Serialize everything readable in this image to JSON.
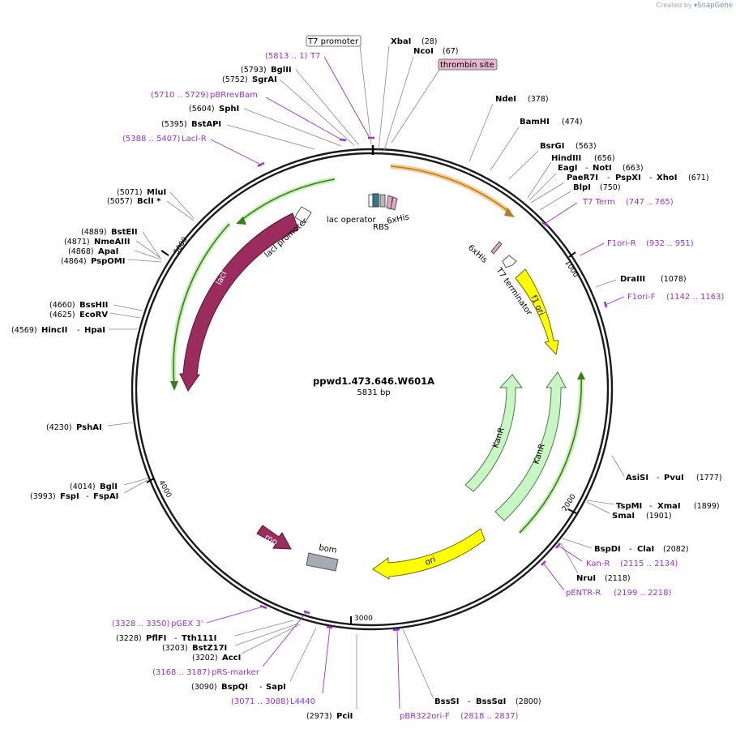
{
  "creator": {
    "prefix": "Created by",
    "brand": "SnapGene"
  },
  "plasmid": {
    "name": "ppwd1.473.646.W601A",
    "length": "5831 bp"
  },
  "ticks": [
    "1000",
    "2000",
    "3000",
    "4000",
    "5000"
  ],
  "enzymes": [
    {
      "name": "XbaI",
      "pos": "(28)"
    },
    {
      "name": "NcoI",
      "pos": "(67)"
    },
    {
      "name": "NdeI",
      "pos": "(378)"
    },
    {
      "name": "BamHI",
      "pos": "(474)"
    },
    {
      "name": "BsrGI",
      "pos": "(563)"
    },
    {
      "name": "HindIII",
      "pos": "(656)"
    },
    {
      "name": "EagI",
      "name2": "NotI",
      "pos": "(663)"
    },
    {
      "name": "PaeR7I",
      "name2": "PspXI",
      "name3": "XhoI",
      "pos": "(671)"
    },
    {
      "name": "BlpI",
      "pos": "(750)"
    },
    {
      "name": "DraIII",
      "pos": "(1078)"
    },
    {
      "name": "AsiSI",
      "name2": "PvuI",
      "pos": "(1777)"
    },
    {
      "name": "TspMI",
      "name2": "XmaI",
      "pos": "(1899)"
    },
    {
      "name": "SmaI",
      "pos": "(1901)"
    },
    {
      "name": "BspDI",
      "name2": "ClaI",
      "pos": "(2082)"
    },
    {
      "name": "NruI",
      "pos": "(2118)"
    },
    {
      "name": "BssSI",
      "name2": "BssSαI",
      "pos": "(2800)"
    },
    {
      "name": "PciI",
      "pos": "(2973)"
    },
    {
      "name": "BspQI",
      "name2": "SapI",
      "pos": "(3090)"
    },
    {
      "name": "AccI",
      "pos": "(3202)"
    },
    {
      "name": "BstZ17I",
      "pos": "(3203)"
    },
    {
      "name": "PflFI",
      "name2": "Tth111I",
      "pos": "(3228)"
    },
    {
      "name": "FspI",
      "name2": "FspAI",
      "pos": "(3993)"
    },
    {
      "name": "BglI",
      "pos": "(4014)"
    },
    {
      "name": "PshAI",
      "pos": "(4230)"
    },
    {
      "name": "HincII",
      "name2": "HpaI",
      "pos": "(4569)"
    },
    {
      "name": "EcoRV",
      "pos": "(4625)"
    },
    {
      "name": "BssHII",
      "pos": "(4660)"
    },
    {
      "name": "PspOMI",
      "pos": "(4864)"
    },
    {
      "name": "ApaI",
      "pos": "(4868)"
    },
    {
      "name": "NmeAIII",
      "pos": "(4871)"
    },
    {
      "name": "BstEII",
      "pos": "(4889)"
    },
    {
      "name": "BclI *",
      "pos": "(5057)"
    },
    {
      "name": "MluI",
      "pos": "(5071)"
    },
    {
      "name": "BstAPI",
      "pos": "(5395)"
    },
    {
      "name": "SphI",
      "pos": "(5604)"
    },
    {
      "name": "SgrAI",
      "pos": "(5752)"
    },
    {
      "name": "BglII",
      "pos": "(5793)"
    }
  ],
  "primers": [
    {
      "name": "T7",
      "range": "(5813 .. 1)"
    },
    {
      "name": "pBRrevBam",
      "range": "(5710 .. 5729)"
    },
    {
      "name": "LacI-R",
      "range": "(5388 .. 5407)"
    },
    {
      "name": "T7 Term",
      "range": "(747 .. 765)"
    },
    {
      "name": "F1ori-R",
      "range": "(932 .. 951)"
    },
    {
      "name": "F1ori-F",
      "range": "(1142 .. 1163)"
    },
    {
      "name": "Kan-R",
      "range": "(2115 .. 2134)"
    },
    {
      "name": "pENTR-R",
      "range": "(2199 .. 2218)"
    },
    {
      "name": "pBR322ori-F",
      "range": "(2818 .. 2837)"
    },
    {
      "name": "L4440",
      "range": "(3071 .. 3088)"
    },
    {
      "name": "pRS-marker",
      "range": "(3168 .. 3187)"
    },
    {
      "name": "pGEX 3'",
      "range": "(3328 .. 3350)"
    }
  ],
  "boxed": {
    "t7_promoter": "T7 promoter",
    "thrombin": "thrombin site"
  },
  "features": {
    "lac_operator": "lac operator",
    "rbs": "RBS",
    "his1": "6xHis",
    "his2": "6xHis",
    "lacI_promoter": "lacI promoter",
    "lacI": "lacI",
    "t7_terminator": "T7 terminator",
    "f1_ori": "f1 ori",
    "kanr1": "KanR",
    "kanr2": "KanR",
    "ori": "ori",
    "rop": "rop",
    "bom": "bom"
  },
  "colors": {
    "backbone": "#1a1a1a",
    "lacI": "#9b2d5e",
    "f1ori": "#ffff00",
    "kanr": "#c8f7c5",
    "ori": "#ffff00",
    "primer": "#9b30d9",
    "orf_outline": "#f7c98a",
    "orf_green": "#9be07a",
    "bom": "#a5abb3"
  }
}
